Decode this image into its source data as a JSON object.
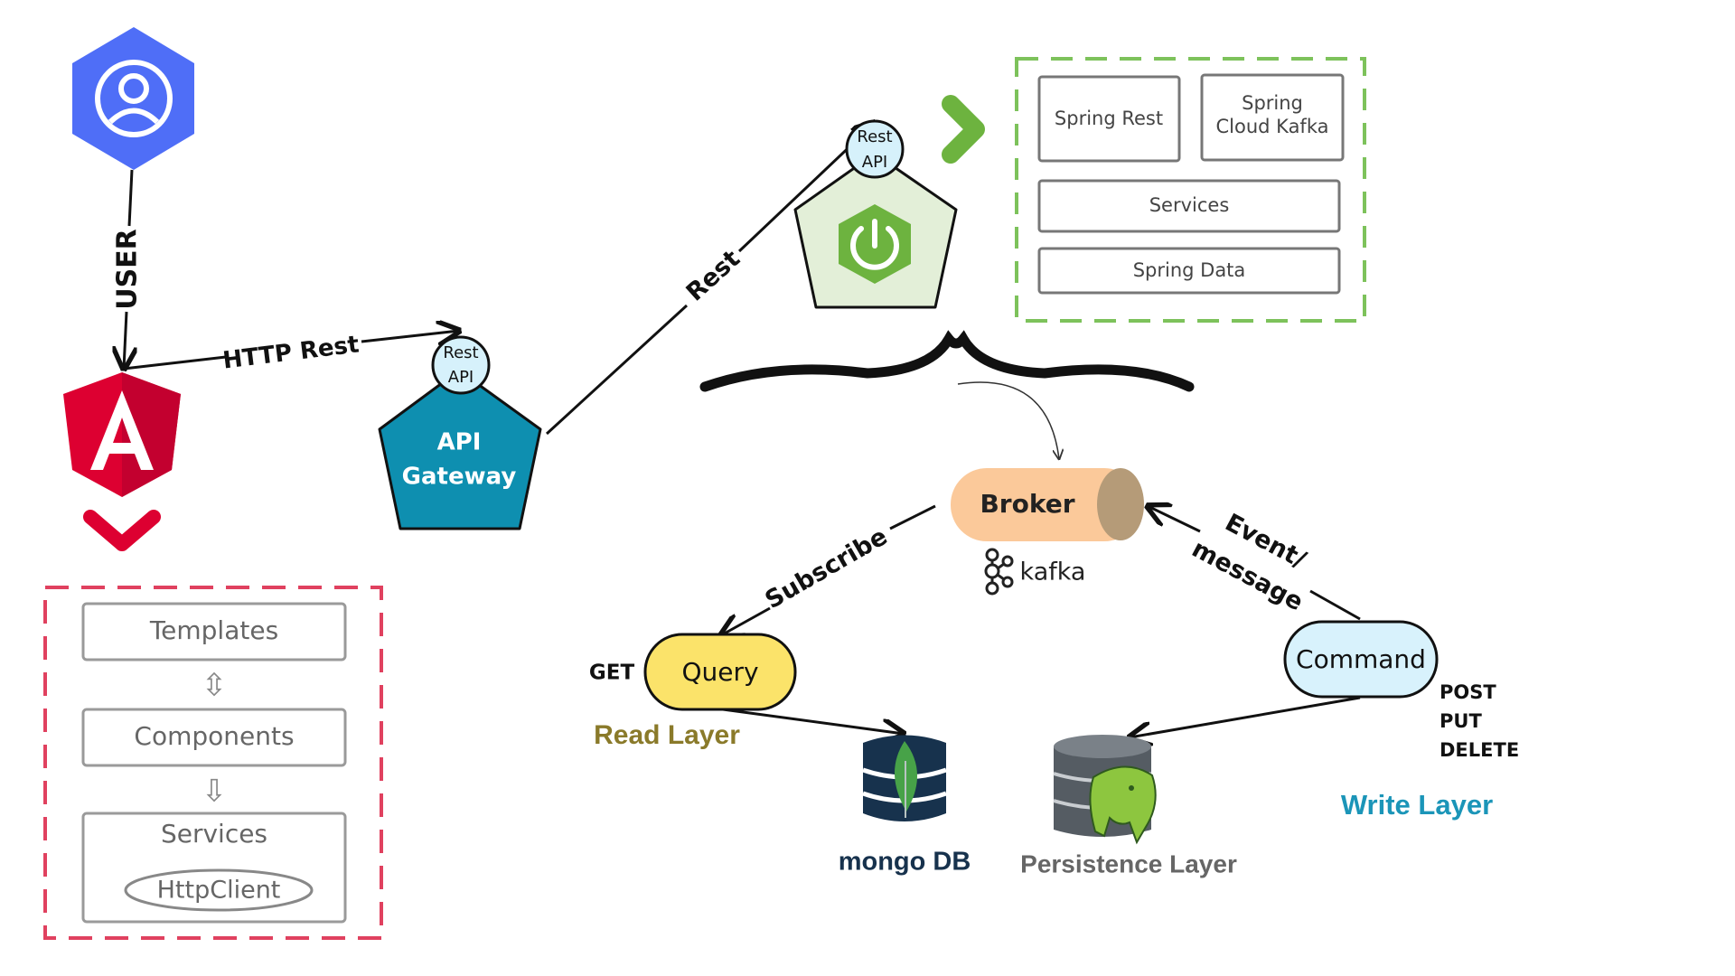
{
  "diagram": {
    "user_label": "USER",
    "http_rest_label": "HTTP Rest",
    "rest_label": "Rest",
    "subscribe_label": "Subscribe",
    "event_label_line1": "Event/",
    "event_label_line2": "message",
    "gateway_rest_api_line1": "Rest",
    "gateway_rest_api_line2": "API",
    "gateway_line1": "API",
    "gateway_line2": "Gateway",
    "spring_rest_api_line1": "Rest",
    "spring_rest_api_line2": "API",
    "angular_stack": {
      "templates": "Templates",
      "components": "Components",
      "services": "Services",
      "httpclient": "HttpClient"
    },
    "spring_stack": {
      "spring_rest": "Spring Rest",
      "spring_cloud_kafka_line1": "Spring",
      "spring_cloud_kafka_line2": "Cloud Kafka",
      "services": "Services",
      "spring_data": "Spring Data"
    },
    "broker_label": "Broker",
    "kafka_label": "kafka",
    "query_label": "Query",
    "get_label": "GET",
    "read_layer_label": "Read Layer",
    "mongodb_label": "mongo DB",
    "command_label": "Command",
    "post_label": "POST",
    "put_label": "PUT",
    "delete_label": "DELETE",
    "write_layer_label": "Write Layer",
    "persistence_label": "Persistence Layer"
  },
  "colors": {
    "user_hex": "#4f6ef7",
    "angular_red": "#dd0031",
    "gateway_teal": "#0e8fb0",
    "rest_api_bubble": "#d6f1fb",
    "spring_green": "#6db33f",
    "spring_pentagon_fill": "#e3efd8",
    "broker_orange": "#fbc99a",
    "broker_cap": "#b59b78",
    "query_yellow": "#fbe36a",
    "command_blue": "#d8f2fc",
    "read_layer_olive": "#8a7a2a",
    "write_layer_blue": "#1b95b8",
    "mongo_navy": "#17324d"
  }
}
